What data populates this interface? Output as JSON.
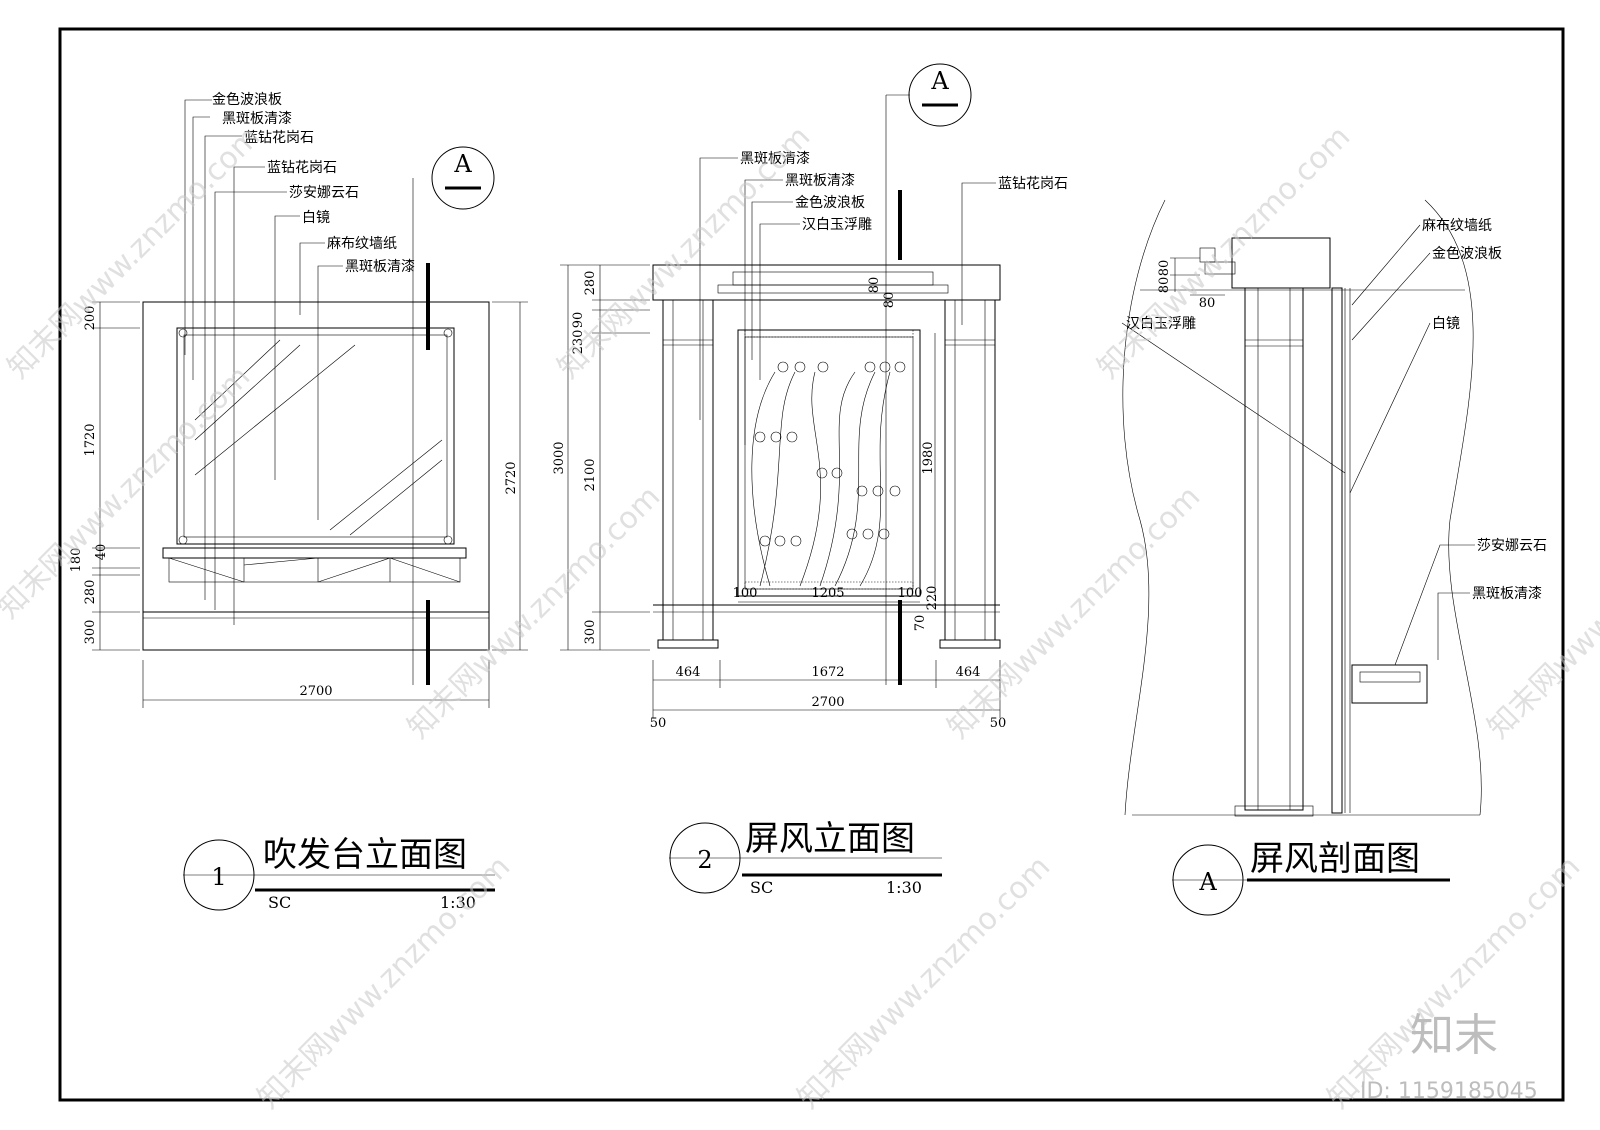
{
  "drawing1": {
    "labels": [
      "金色波浪板",
      "黑斑板清漆",
      "蓝钻花岗石",
      "蓝钻花岗石",
      "莎安娜云石",
      "白镜",
      "麻布纹墙纸",
      "黑斑板清漆"
    ],
    "left_dims": [
      "200",
      "1720",
      "180",
      "40",
      "280",
      "300"
    ],
    "right_dim": "2720",
    "bottom_dim": "2700",
    "section_tag": "A",
    "number": "1",
    "title": "吹发台立面图",
    "sc": "SC",
    "scale": "1:30"
  },
  "drawing2": {
    "labels": [
      "黑斑板清漆",
      "黑斑板清漆",
      "金色波浪板",
      "汉白玉浮雕",
      "蓝钻花岗石"
    ],
    "left_dims": [
      "280",
      "90",
      "230",
      "3000",
      "2100",
      "300"
    ],
    "top_dims": [
      "80",
      "80"
    ],
    "inner_dims": [
      "1980",
      "100",
      "1205",
      "100",
      "220",
      "70"
    ],
    "bottom_dims": [
      "464",
      "1672",
      "464",
      "2700",
      "50",
      "50"
    ],
    "section_tag": "A",
    "number": "2",
    "title": "屏风立面图",
    "sc": "SC",
    "scale": "1:30"
  },
  "section": {
    "labels": [
      "麻布纹墙纸",
      "金色波浪板",
      "白镜",
      "汉白玉浮雕",
      "莎安娜云石",
      "黑斑板清漆"
    ],
    "dims": [
      "80",
      "80",
      "80"
    ],
    "tag": "A",
    "title": "屏风剖面图"
  },
  "watermark": {
    "text": "知末网www.znzmo.com",
    "brand": "知末",
    "id": "ID: 1159185045"
  }
}
